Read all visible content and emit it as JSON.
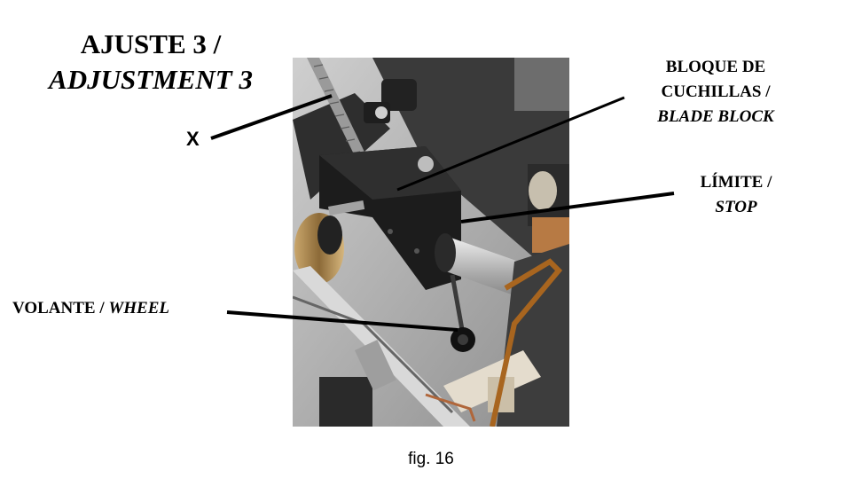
{
  "title": {
    "line1": "AJUSTE 3 /",
    "line2": "ADJUSTMENT 3"
  },
  "labels": {
    "x": "X",
    "blade_block_es_1": "BLOQUE DE",
    "blade_block_es_2": "CUCHILLAS /",
    "blade_block_en": "BLADE BLOCK",
    "stop_es": "LÍMITE /",
    "stop_en": "STOP",
    "wheel_es": "VOLANTE /",
    "wheel_en": "WHEEL"
  },
  "caption": "fig. 16",
  "colors": {
    "background": "#ffffff",
    "text": "#000000",
    "leader": "#000000"
  }
}
